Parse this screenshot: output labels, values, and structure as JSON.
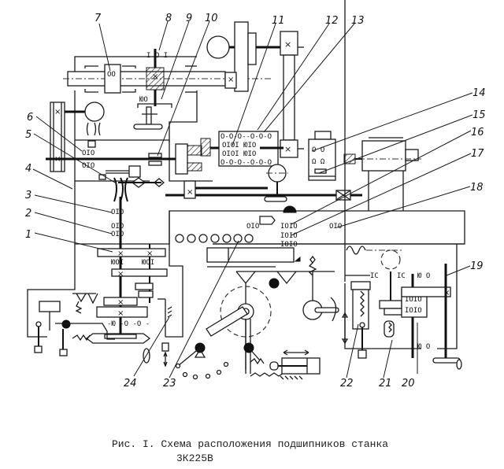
{
  "figure": {
    "caption_line1": "Рис. I. Схема расположения подшипников станка",
    "caption_line2": "3К225В"
  },
  "callouts": [
    {
      "id": "1",
      "label": "1"
    },
    {
      "id": "2",
      "label": "2"
    },
    {
      "id": "3",
      "label": "3"
    },
    {
      "id": "4",
      "label": "4"
    },
    {
      "id": "5",
      "label": "5"
    },
    {
      "id": "6",
      "label": "6"
    },
    {
      "id": "7",
      "label": "7"
    },
    {
      "id": "8",
      "label": "8"
    },
    {
      "id": "9",
      "label": "9"
    },
    {
      "id": "10",
      "label": "10"
    },
    {
      "id": "11",
      "label": "11"
    },
    {
      "id": "12",
      "label": "12"
    },
    {
      "id": "13",
      "label": "13"
    },
    {
      "id": "14",
      "label": "14"
    },
    {
      "id": "15",
      "label": "15"
    },
    {
      "id": "16",
      "label": "16"
    },
    {
      "id": "17",
      "label": "17"
    },
    {
      "id": "18",
      "label": "18"
    },
    {
      "id": "19",
      "label": "19"
    },
    {
      "id": "20",
      "label": "20"
    },
    {
      "id": "21",
      "label": "21"
    },
    {
      "id": "22",
      "label": "22"
    },
    {
      "id": "23",
      "label": "23"
    },
    {
      "id": "24",
      "label": "24"
    }
  ],
  "symbols": {
    "bearing_pair": "ЮОI",
    "bearing_single": "О",
    "gear_mark": "×"
  }
}
